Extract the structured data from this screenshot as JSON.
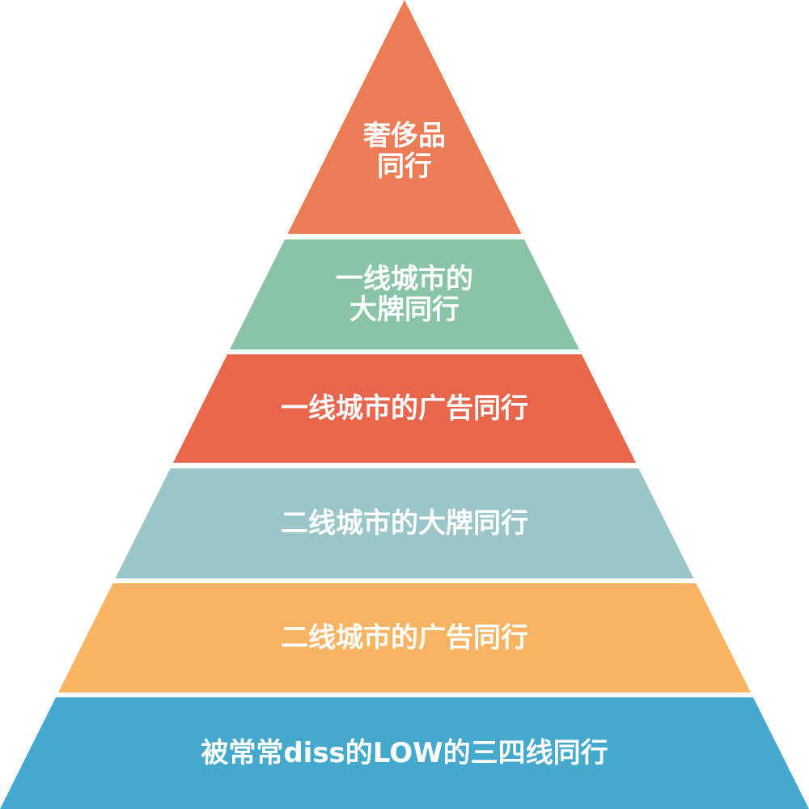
{
  "pyramid": {
    "tiers": [
      {
        "lines": [
          "奢侈品",
          "同行"
        ],
        "color": "#ec7c56"
      },
      {
        "lines": [
          "一线城市的",
          "大牌同行"
        ],
        "color": "#88c4a5"
      },
      {
        "lines": [
          "一线城市的广告同行"
        ],
        "color": "#e8664c"
      },
      {
        "lines": [
          "二线城市的大牌同行"
        ],
        "color": "#9ac6c9"
      },
      {
        "lines": [
          "二线城市的广告同行"
        ],
        "color": "#f8b463"
      },
      {
        "lines": [
          "被常常diss的LOW的三四线同行"
        ],
        "color": "#45a9cd"
      }
    ]
  }
}
